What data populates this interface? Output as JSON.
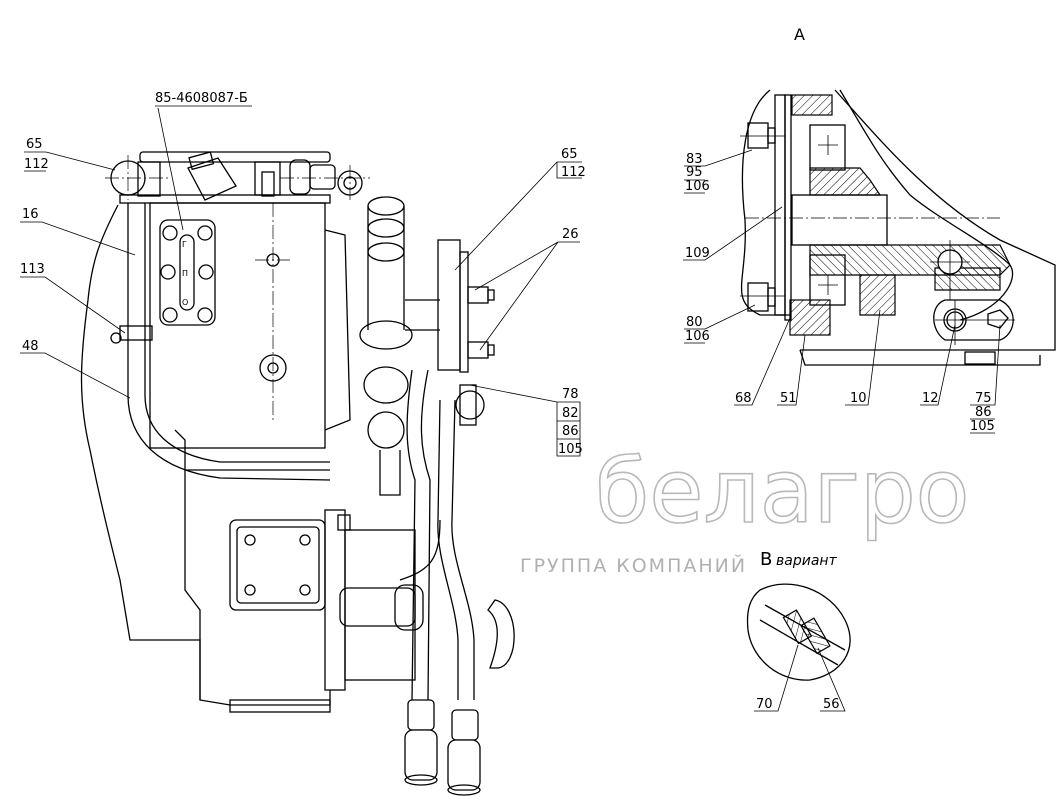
{
  "view_a_title": "А",
  "variant_b": {
    "letter": "В",
    "text": "вариант"
  },
  "part_number": "85-4608087-Б",
  "plate_marks": [
    "Г",
    "П",
    "О"
  ],
  "callouts": {
    "left_65": "65",
    "left_112": "112",
    "left_16": "16",
    "left_113": "113",
    "left_48": "48",
    "mid_65": "65",
    "mid_112": "112",
    "mid_26": "26",
    "mid_78": "78",
    "mid_82": "82",
    "mid_86": "86",
    "mid_105": "105",
    "a_83": "83",
    "a_95": "95",
    "a_106a": "106",
    "a_109": "109",
    "a_80": "80",
    "a_106b": "106",
    "a_68": "68",
    "a_51": "51",
    "a_10": "10",
    "a_12": "12",
    "a_75": "75",
    "a_86": "86",
    "a_105": "105",
    "b_70": "70",
    "b_56": "56"
  },
  "watermark": {
    "brand": "белагро",
    "tagline": "ГРУППА КОМПАНИЙ"
  }
}
